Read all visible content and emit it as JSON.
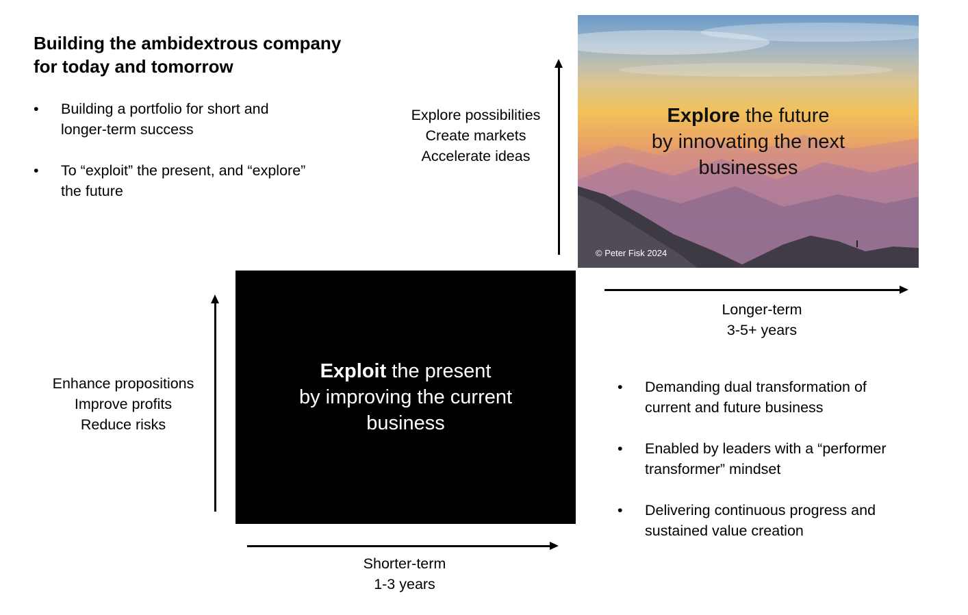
{
  "title": {
    "line1": "Building the ambidextrous company",
    "line2": "for today and tomorrow"
  },
  "intro_bullets": [
    {
      "line1": "Building a portfolio for short and",
      "line2": "longer-term success"
    },
    {
      "line1": "To “exploit” the present, and “explore”",
      "line2": "the future"
    }
  ],
  "explore": {
    "actions": [
      "Explore possibilities",
      "Create markets",
      "Accelerate ideas"
    ],
    "box_bold": "Explore",
    "box_line1_rest": " the future",
    "box_line2": "by innovating the next",
    "box_line3": "businesses",
    "copyright": "© Peter Fisk 2024",
    "horizon": [
      "Longer-term",
      "3-5+ years"
    ]
  },
  "exploit": {
    "actions": [
      "Enhance propositions",
      "Improve profits",
      "Reduce risks"
    ],
    "box_bold": "Exploit",
    "box_line1_rest": " the present",
    "box_line2": "by improving the current",
    "box_line3": "business",
    "horizon": [
      "Shorter-term",
      "1-3 years"
    ]
  },
  "summary_bullets": [
    {
      "line1": "Demanding dual transformation of",
      "line2": "current and future business"
    },
    {
      "line1": "Enabled by leaders with a “performer",
      "line2": "transformer” mindset"
    },
    {
      "line1": "Delivering continuous progress and",
      "line2": "sustained value creation"
    }
  ],
  "colors": {
    "exploit_box": "#000000",
    "arrows": "#000000",
    "text": "#000000"
  }
}
